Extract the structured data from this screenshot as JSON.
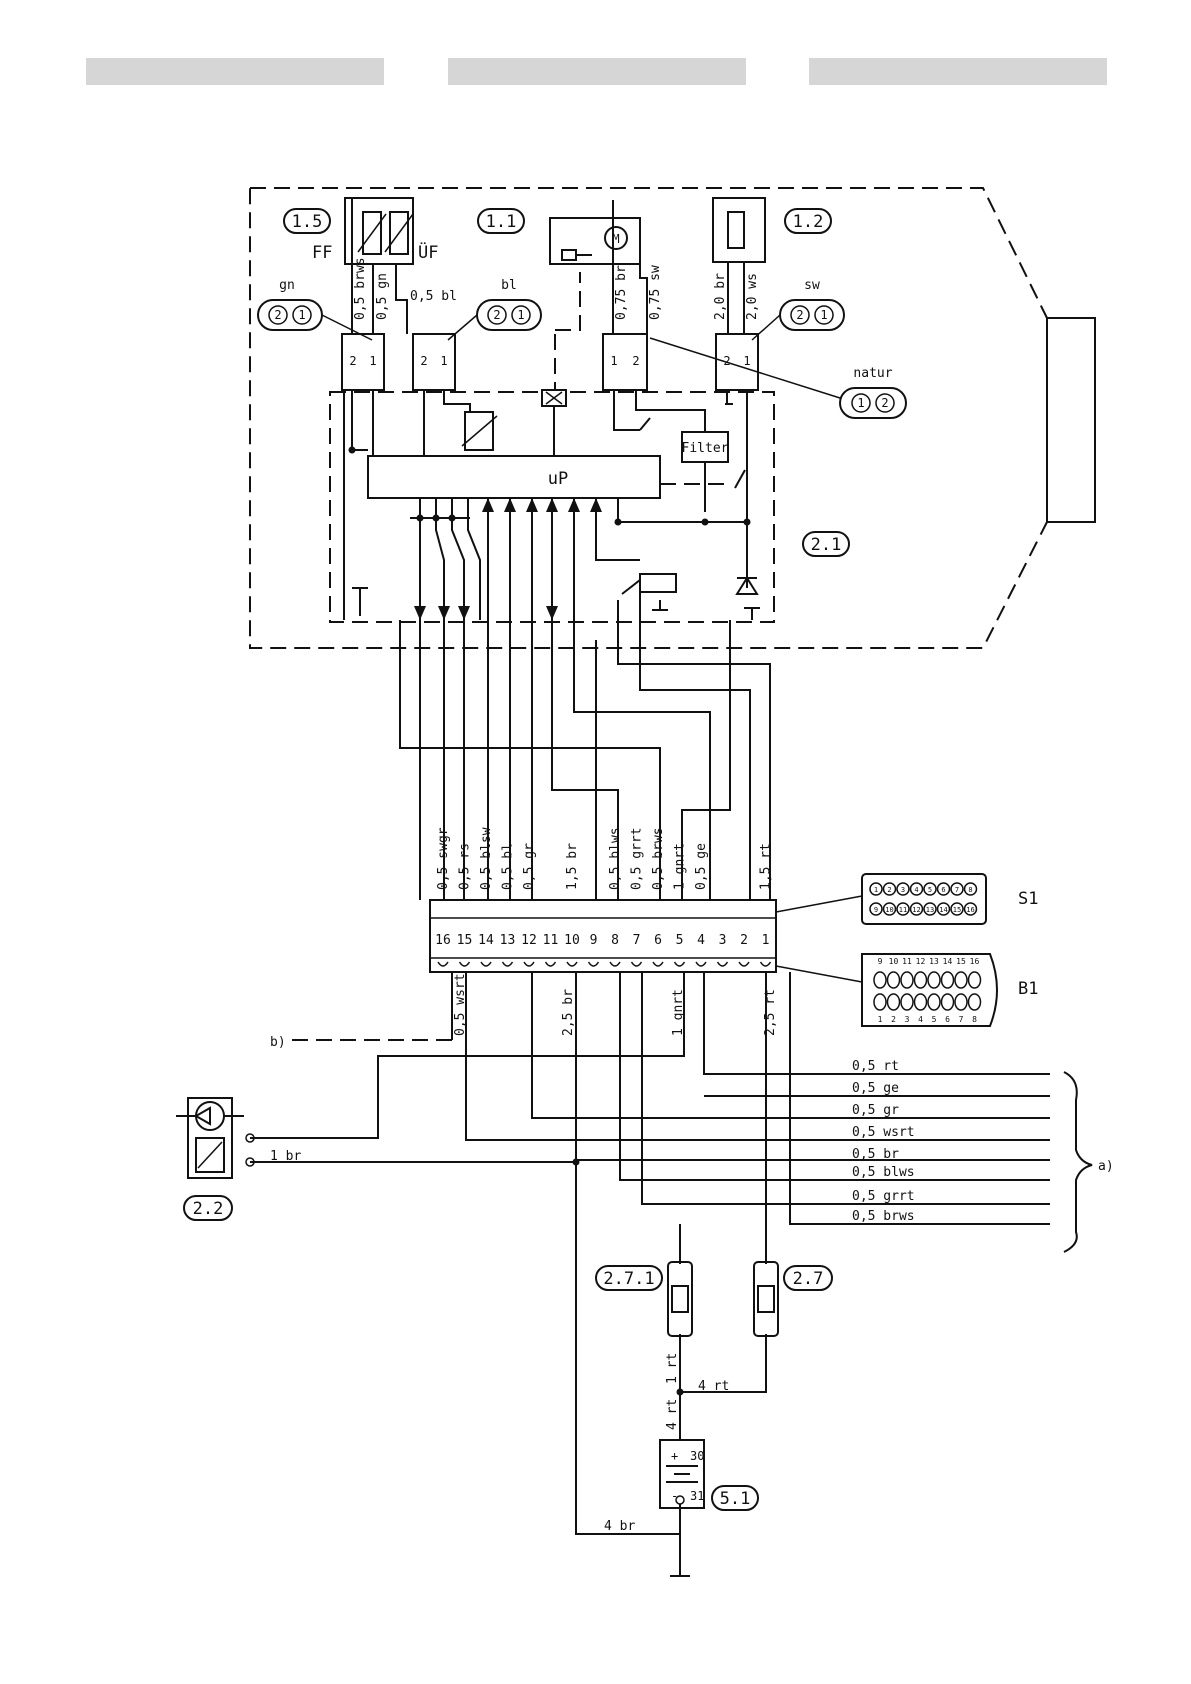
{
  "modules": {
    "m15": "1.5",
    "m11": "1.1",
    "m12": "1.2",
    "m21": "2.1",
    "m22": "2.2",
    "m271": "2.7.1",
    "m27": "2.7",
    "m51": "5.1"
  },
  "labels": {
    "ff": "FF",
    "uf": "ÜF",
    "up": "uP",
    "filter": "Filter",
    "motor": "M",
    "s1": "S1",
    "b1": "B1",
    "a": "a)",
    "b": "b)",
    "plus": "+",
    "minus": "-",
    "t30": "30",
    "t31": "31"
  },
  "plugs": {
    "gn": {
      "color": "gn",
      "pin_a": "2",
      "pin_b": "1"
    },
    "bl": {
      "color": "bl",
      "pin_a": "2",
      "pin_b": "1"
    },
    "sw": {
      "color": "sw",
      "pin_a": "2",
      "pin_b": "1"
    },
    "natur": {
      "color": "natur",
      "pin_a": "1",
      "pin_b": "2"
    }
  },
  "connectors": {
    "c1": [
      "2",
      "1"
    ],
    "c2": [
      "2",
      "1"
    ],
    "c3": [
      "1",
      "2"
    ],
    "c4": [
      "2",
      "1"
    ]
  },
  "wires_top": {
    "brws": "0,5 brws",
    "gn": "0,5 gn",
    "bl": "0,5 bl",
    "br075": "0,75 br",
    "sw075": "0,75 sw",
    "br20": "2,0 br",
    "ws20": "2,0 ws"
  },
  "main_pins": [
    "16",
    "15",
    "14",
    "13",
    "12",
    "11",
    "10",
    "9",
    "8",
    "7",
    "6",
    "5",
    "4",
    "3",
    "2",
    "1"
  ],
  "main_top_wires": [
    "0,5 swgr",
    "0,5 rs",
    "0,5 blsw",
    "0,5 bl",
    "0,5 gr",
    "",
    "1,5 br",
    "",
    "0,5 blws",
    "0,5 grrt",
    "0,5 brws",
    "1 gnrt",
    "0,5 ge",
    "",
    "",
    "1,5 rt"
  ],
  "main_bottom_wires": {
    "p15": "0,5 wsrt",
    "p10": "2,5 br",
    "p6": "1 gnrt",
    "p1": "2,5 rt"
  },
  "s1_pins_top": [
    "1",
    "2",
    "3",
    "4",
    "5",
    "6",
    "7",
    "8"
  ],
  "s1_pins_bottom": [
    "9",
    "10",
    "11",
    "12",
    "13",
    "14",
    "15",
    "16"
  ],
  "b1_pins_top": [
    "9",
    "10",
    "11",
    "12",
    "13",
    "14",
    "15",
    "16"
  ],
  "b1_pins_bottom": [
    "1",
    "2",
    "3",
    "4",
    "5",
    "6",
    "7",
    "8"
  ],
  "harness_a": [
    "0,5 rt",
    "0,5 ge",
    "0,5 gr",
    "0,5 wsrt",
    "0,5 br",
    "0,5 blws",
    "0,5 grrt",
    "0,5 brws"
  ],
  "wire_1br": "1 br",
  "fuse_wires": {
    "rt1": "1 rt",
    "rt4a": "4 rt",
    "rt4b": "4 rt",
    "br4": "4 br"
  }
}
